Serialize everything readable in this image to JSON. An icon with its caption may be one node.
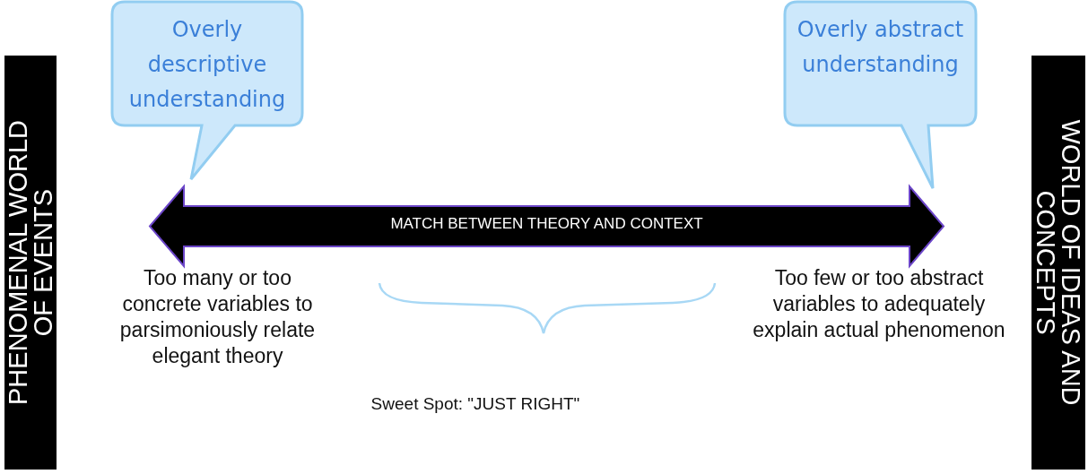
{
  "diagram": {
    "nodes": [
      {
        "text": [
          "PHENOMENAL WORLD OF EVENTS"
        ]
      },
      {
        "text": [
          "Overly descriptive understanding"
        ]
      },
      {
        "text": [
          "MATCH BETWEEN THEORY AND CONTEXT"
        ]
      },
      {
        "text": [
          "Overly abstract understanding"
        ]
      },
      {
        "text": [
          "WORLD OF IDEAS AND CONCEPTS"
        ]
      }
    ],
    "labels": [
      "Too many or too concrete variables to parsimoniously relate elegant theory",
      "Sweet Spot: \"JUST RIGHT\"",
      "Too few or too abstract variables to adequately explain actual phenomenon"
    ]
  }
}
